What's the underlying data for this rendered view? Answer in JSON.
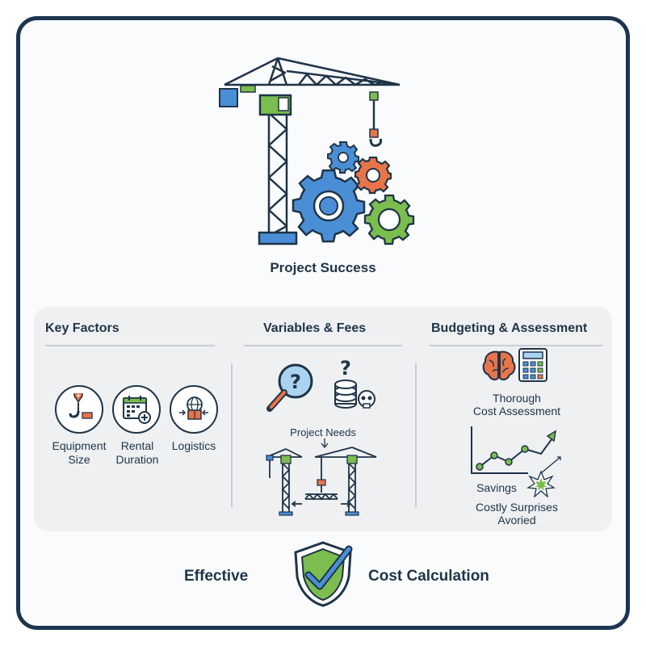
{
  "hero": {
    "label": "Project Success"
  },
  "columns": {
    "key_factors": {
      "title": "Key Factors",
      "items": [
        {
          "line1": "Equipment",
          "line2": "Size",
          "icon": "crane-hook-icon"
        },
        {
          "line1": "Rental",
          "line2": "Duration",
          "icon": "calendar-icon"
        },
        {
          "line1": "Logistics",
          "line2": "",
          "icon": "globe-truck-icon"
        }
      ]
    },
    "variables_fees": {
      "title": "Variables & Fees",
      "project_needs_label": "Project Needs",
      "icons": [
        "magnifier-question-icon",
        "coins-question-icon",
        "skull-icon",
        "tower-cranes-icon"
      ]
    },
    "budgeting": {
      "title": "Budgeting & Assessment",
      "assessment_line1": "Thorough",
      "assessment_line2": "Cost Assessment",
      "savings_label": "Savings",
      "surprises_line1": "Costly Surprises",
      "surprises_line2": "Avoried",
      "icons": [
        "brain-icon",
        "calculator-icon",
        "trend-chart-icon",
        "burst-icon"
      ]
    }
  },
  "footer": {
    "left_text": "Effective",
    "right_text": "Cost Calculation",
    "icon": "shield-check-icon"
  },
  "colors": {
    "navy": "#1f3448",
    "blue": "#4a8fd6",
    "green": "#7cbd4f",
    "orange": "#e8744a",
    "panel": "#eef0f2"
  }
}
